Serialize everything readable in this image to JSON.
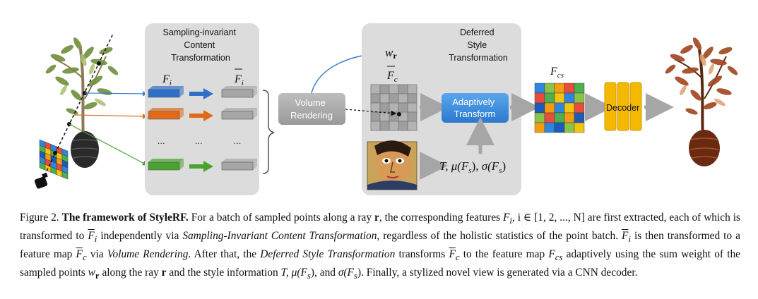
{
  "diagram": {
    "content_panel": {
      "title_lines": [
        "Sampling-invariant",
        "Content",
        "Transformation"
      ],
      "input_label": "F",
      "input_sub": "i",
      "output_label": "F",
      "output_sub": "i",
      "ellipsis": "..."
    },
    "volume_rendering": {
      "lines": [
        "Volume",
        "Rendering"
      ]
    },
    "style_panel": {
      "title_lines": [
        "Deferred",
        "Style",
        "Transformation"
      ],
      "weight_label": "w",
      "weight_sub": "r",
      "feature_map_label": "F",
      "feature_map_sub": "c",
      "adaptive_lines": [
        "Adaptively",
        "Transform"
      ],
      "style_info": "T, μ(F",
      "style_info_full": "T, μ(Fs), σ(Fs)"
    },
    "output_map": {
      "label": "F",
      "sub": "cs"
    },
    "decoder": {
      "label": "Decoder"
    },
    "colors": {
      "panel": "#dcdcdc",
      "blue_feature": "#2f6fc7",
      "orange_feature": "#e06a1a",
      "green_feature": "#4aa330",
      "gray_feature": "#a6a6a6",
      "decoder": "#f5b800",
      "adaptive": "#3a8ee0",
      "ray_arc": "#3a7fd5"
    }
  },
  "caption": {
    "figure_number": "Figure 2.",
    "title": "The framework of StyleRF.",
    "text_1": "For a batch of sampled points along a ray",
    "ray": "r",
    "text_2": ", the corresponding features",
    "features": "F",
    "features_idx": "i",
    "text_3": ", i ∈ [1, 2, ..., N] are first extracted, each of which is transformed to",
    "text_4": "independently via",
    "sict": "Sampling-Invariant Content Transformation",
    "text_5": ", regardless of the holistic statistics of the point batch.",
    "text_6": "is then transformed to a feature map",
    "text_7": "via",
    "vr": "Volume Rendering",
    "text_8": ". After that, the",
    "dst": "Deferred Style Transformation",
    "text_9": "transforms",
    "text_10": "to the feature map",
    "fcs": "F",
    "fcs_sub": "cs",
    "text_11": "adaptively using the sum weight of the sampled points",
    "text_12": "along the ray",
    "text_13": "and the style information",
    "text_14": ", and",
    "text_15": ". Finally, a stylized novel view is generated via a CNN decoder.",
    "style_T_mu": "T, μ(F",
    "sigma": "σ(F",
    "s_sub": "s",
    "close_paren": ")"
  }
}
